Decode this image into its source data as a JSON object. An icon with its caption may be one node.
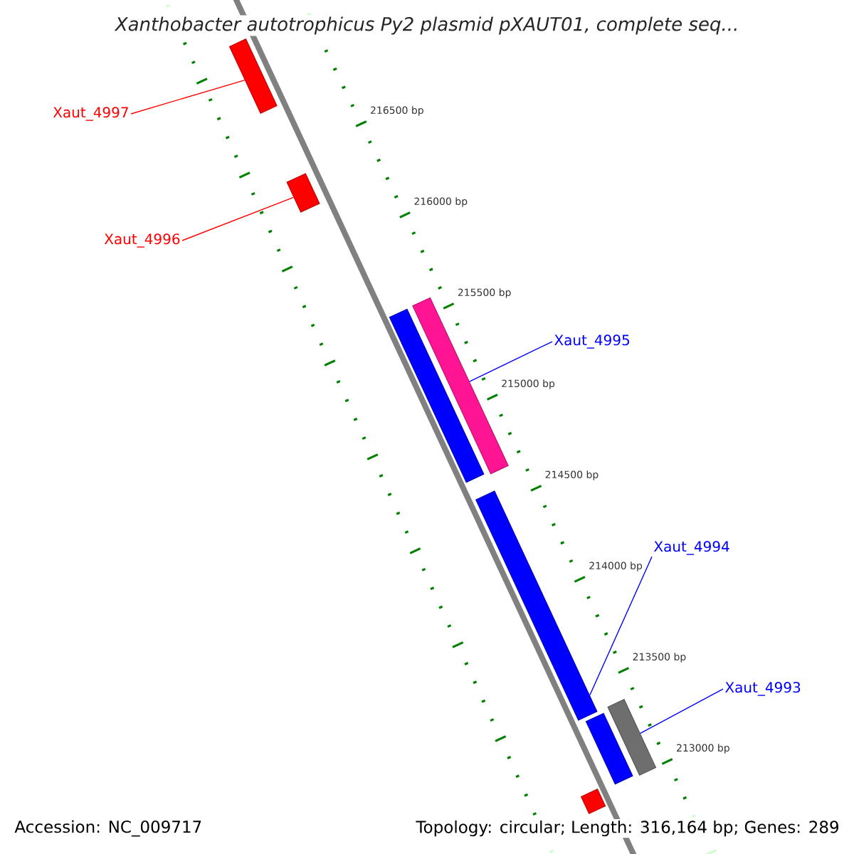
{
  "diagram": {
    "title": "Xanthobacter autotrophicus Py2 plasmid pXAUT01, complete seq...",
    "nodes": [
      {
        "text": [
          "Xaut_4997"
        ]
      },
      {
        "text": [],
        "shape": "bar"
      },
      {
        "text": [
          "Xaut_4996"
        ]
      },
      {
        "text": [],
        "shape": "bar"
      },
      {
        "text": [],
        "shape": "bar"
      },
      {
        "text": [],
        "shape": "bar"
      },
      {
        "text": [
          "Xaut_4995"
        ]
      },
      {
        "text": [],
        "shape": "bar"
      },
      {
        "text": [
          "Xaut_4994"
        ]
      },
      {
        "text": [],
        "shape": "bar"
      },
      {
        "text": [],
        "shape": "bar"
      },
      {
        "text": [
          "Xaut_4993"
        ]
      },
      {
        "text": [],
        "shape": "bar"
      }
    ],
    "edges": [
      {
        "from": 0,
        "to": 1,
        "arrow": "none",
        "color": "#ff0000"
      },
      {
        "from": 2,
        "to": 3,
        "arrow": "none",
        "color": "#ff0000"
      },
      {
        "from": 6,
        "to": 5,
        "arrow": "none"
      },
      {
        "from": 8,
        "to": 7,
        "arrow": "none"
      },
      {
        "from": 11,
        "to": 9,
        "arrow": "none"
      }
    ],
    "labels": [
      "216500 bp",
      "216000 bp",
      "215500 bp",
      "215000 bp",
      "214500 bp",
      "214000 bp",
      "213500 bp",
      "213000 bp",
      "Accession: NC_009717",
      "Topology: circular; Length: 316,164 bp; Genes: 289"
    ]
  }
}
